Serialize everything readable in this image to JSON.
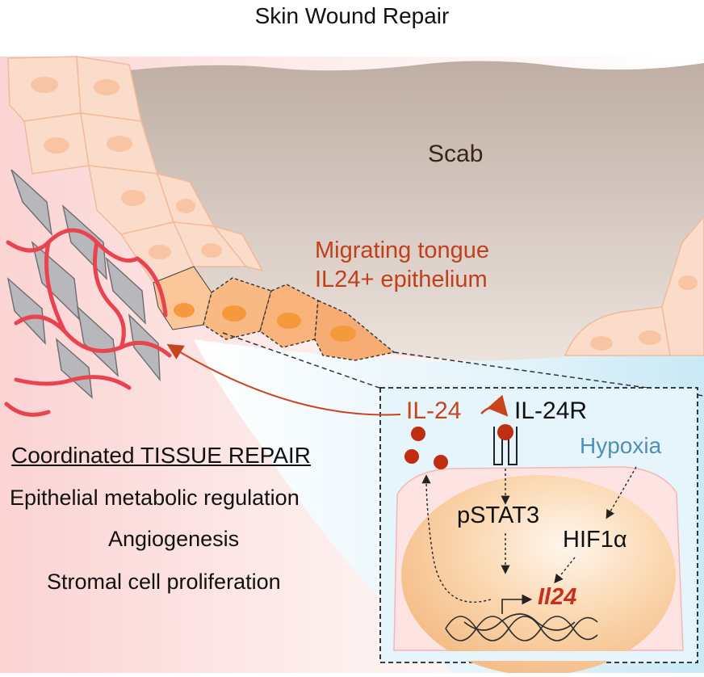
{
  "title": "Skin Wound Repair",
  "labels": {
    "scab": "Scab",
    "tongue_line1": "Migrating tongue",
    "tongue_line2": "IL24+ epithelium",
    "il24": "IL-24",
    "il24r": "IL-24R",
    "hypoxia": "Hypoxia",
    "pstat3": "pSTAT3",
    "hif1a": "HIF1α",
    "gene": "Il24"
  },
  "repair": {
    "heading": "Coordinated TISSUE REPAIR",
    "items": [
      "Epithelial metabolic regulation",
      "Angiogenesis",
      "Stromal cell proliferation"
    ]
  },
  "colors": {
    "scab": "#c9b8ae",
    "cell_fill": "#fbd9c6",
    "cell_nucleus": "#f6b894",
    "migrating_cell": "#f7b27a",
    "migrating_nucleus": "#f59a3c",
    "vessel": "#e8434f",
    "stromal_cell": "#b8b8bc",
    "wound_bed": "#d6eef8",
    "il24_accent": "#c8441d",
    "hypoxia_blue": "#4f8fb8"
  }
}
